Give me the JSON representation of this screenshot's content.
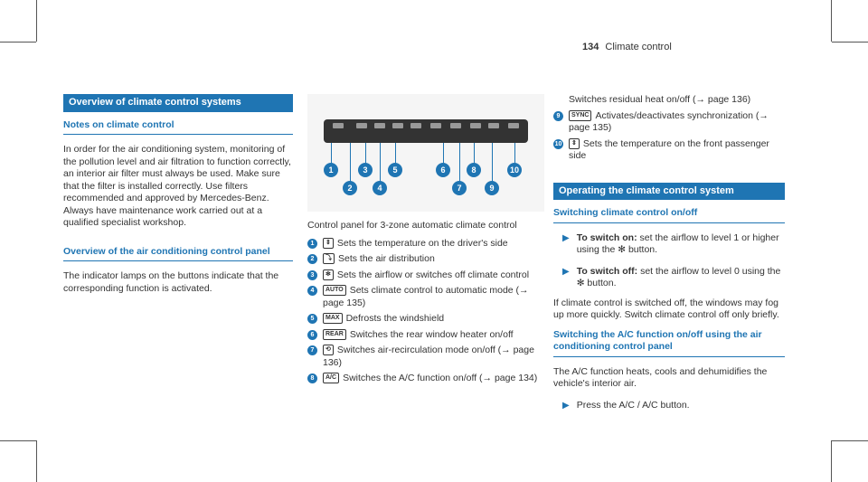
{
  "header": {
    "page_number": "134",
    "section": "Climate control"
  },
  "col1": {
    "bar_title": "Overview of climate control systems",
    "notes_heading": "Notes on climate control",
    "notes_text": "In order for the air conditioning system, monitoring of the pollution level and air filtration to function correctly, an interior air filter must always be used. Make sure that the filter is installed correctly. Use filters recommended and approved by Mercedes-Benz. Always have maintenance work carried out at a qualified specialist workshop.",
    "panel_heading": "Overview of the air conditioning control panel",
    "panel_text": "The indicator lamps on the buttons indicate that the corresponding function is activated."
  },
  "figure": {
    "callouts": [
      "1",
      "2",
      "3",
      "4",
      "5",
      "6",
      "7",
      "8",
      "9",
      "10"
    ]
  },
  "col2": {
    "caption": "Control panel for 3-zone automatic climate control",
    "items": [
      {
        "num": "1",
        "key": "⇕",
        "text": "Sets the temperature on the driver's side"
      },
      {
        "num": "2",
        "key": "⤵",
        "text": "Sets the air distribution"
      },
      {
        "num": "3",
        "key": "✻",
        "text": "Sets the airflow or switches off climate control"
      },
      {
        "num": "4",
        "key": "AUTO",
        "text": "Sets climate control to automatic mode (→ page 135)"
      },
      {
        "num": "5",
        "key": "MAX",
        "text": "Defrosts the windshield"
      },
      {
        "num": "6",
        "key": "REAR",
        "text": "Switches the rear window heater on/off"
      },
      {
        "num": "7",
        "key": "⟲",
        "text": "Switches air-recirculation mode on/off (→ page 136)"
      },
      {
        "num": "8",
        "key": "A/C",
        "text": "Switches the A/C function on/off (→ page 134)"
      }
    ]
  },
  "col3": {
    "intro": "Switches residual heat on/off (→ page 136)",
    "items": [
      {
        "num": "9",
        "key": "SYNC",
        "text": "Activates/deactivates synchronization (→ page 135)"
      },
      {
        "num": "10",
        "key": "⇕",
        "text": "Sets the temperature on the front passenger side"
      }
    ],
    "bar_title": "Operating the climate control system",
    "switch_heading": "Switching climate control on/off",
    "on_label": "To switch on:",
    "on_text": "set the airflow to level 1 or higher using the ✻ button.",
    "off_label": "To switch off:",
    "off_text": "set the airflow to level 0 using the ✻ button.",
    "off_note": "If climate control is switched off, the windows may fog up more quickly. Switch climate control off only briefly.",
    "ac_heading": "Switching the A/C function on/off using the air conditioning control panel",
    "ac_text": "The A/C function heats, cools and dehumidifies the vehicle's interior air.",
    "press_text": "Press the A/C / A/C button."
  }
}
